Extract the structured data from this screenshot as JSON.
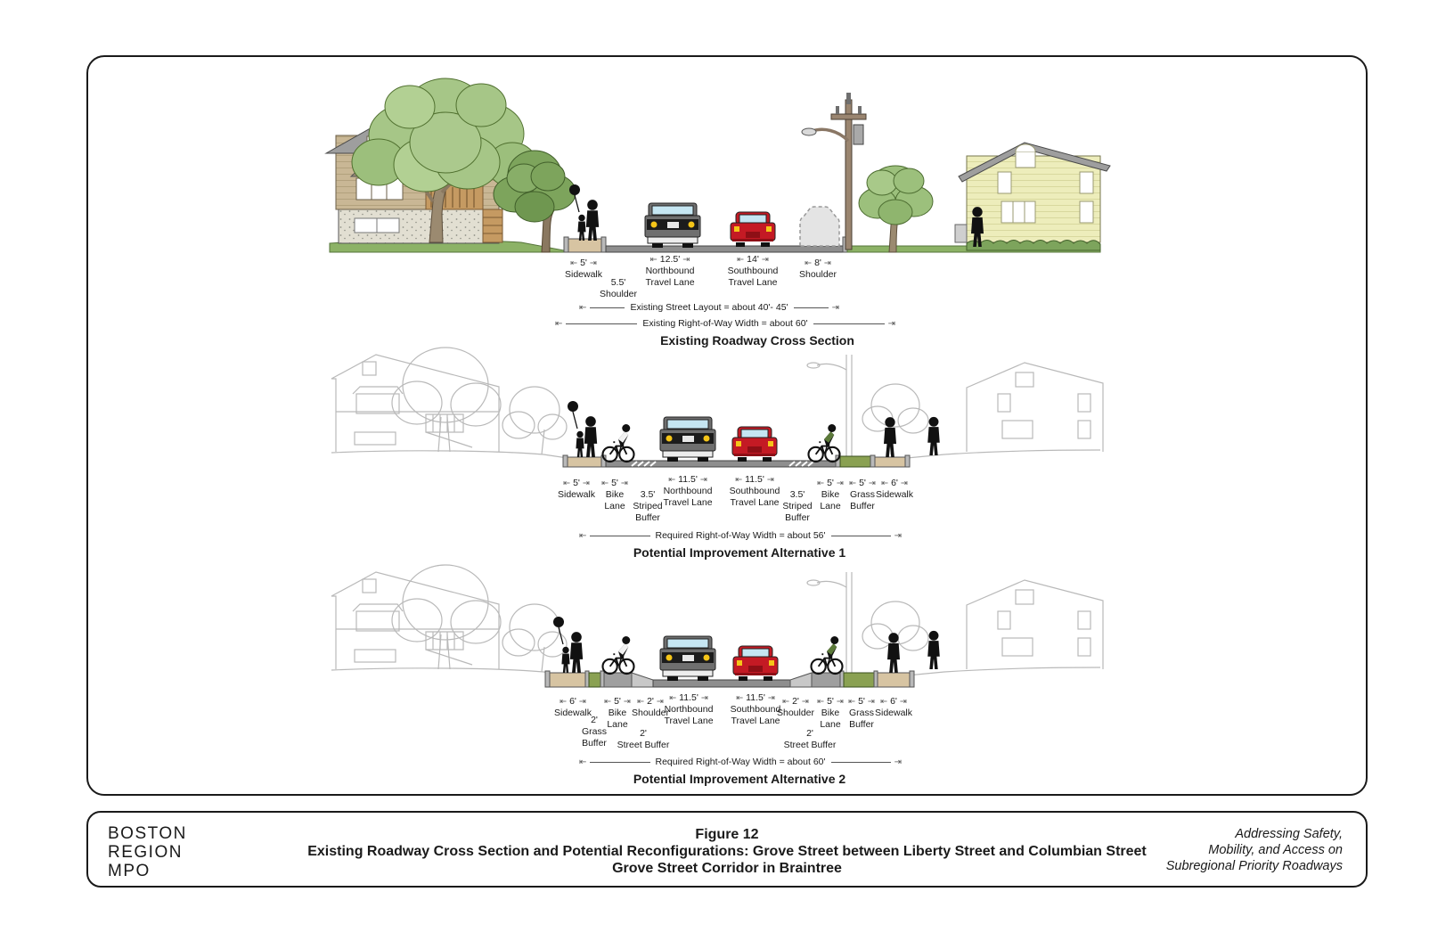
{
  "figure": {
    "org": "BOSTON\nREGION\nMPO",
    "figure_label": "Figure 12",
    "title_line1": "Existing Roadway Cross Section and Potential Reconfigurations: Grove Street between Liberty Street and Columbian Street",
    "title_line2": "Grove Street Corridor in Braintree",
    "project": "Addressing Safety,\nMobility, and Access on\nSubregional Priority Roadways"
  },
  "colors": {
    "road": "#8e8e8e",
    "sidewalk": "#d7c4a2",
    "grass_buffer": "#8aa152",
    "grass": "#8cb266",
    "left_house": "#c9b795",
    "right_house": "#ededbb",
    "red_car": "#c41a24"
  },
  "sections": [
    {
      "title": "Existing Roadway Cross Section",
      "segments": [
        {
          "width": "5'",
          "name": "Sidewalk"
        },
        {
          "width": "5.5'",
          "name": "Shoulder"
        },
        {
          "width": "12.5'",
          "name": "Northbound\nTravel Lane"
        },
        {
          "width": "14'",
          "name": "Southbound\nTravel Lane"
        },
        {
          "width": "8'",
          "name": "Shoulder"
        }
      ],
      "extents": [
        {
          "text": "Existing Street Layout = about 40'- 45'"
        },
        {
          "text": "Existing Right-of-Way Width = about 60'"
        }
      ]
    },
    {
      "title": "Potential Improvement Alternative 1",
      "segments": [
        {
          "width": "5'",
          "name": "Sidewalk"
        },
        {
          "width": "5'",
          "name": "Bike\nLane"
        },
        {
          "width": "3.5'",
          "name": "Striped\nBuffer"
        },
        {
          "width": "11.5'",
          "name": "Northbound\nTravel Lane"
        },
        {
          "width": "11.5'",
          "name": "Southbound\nTravel Lane"
        },
        {
          "width": "3.5'",
          "name": "Striped\nBuffer"
        },
        {
          "width": "5'",
          "name": "Bike\nLane"
        },
        {
          "width": "5'",
          "name": "Grass\nBuffer"
        },
        {
          "width": "6'",
          "name": "Sidewalk"
        }
      ],
      "extents": [
        {
          "text": "Required Right-of-Way Width = about 56'"
        }
      ]
    },
    {
      "title": "Potential Improvement Alternative 2",
      "segments": [
        {
          "width": "6'",
          "name": "Sidewalk"
        },
        {
          "width": "2'",
          "name": "Grass\nBuffer"
        },
        {
          "width": "5'",
          "name": "Bike\nLane"
        },
        {
          "width": "2'",
          "name": "Shoulder"
        },
        {
          "width": "2'",
          "name": "Street Buffer"
        },
        {
          "width": "11.5'",
          "name": "Northbound\nTravel Lane"
        },
        {
          "width": "11.5'",
          "name": "Southbound\nTravel Lane"
        },
        {
          "width": "2'",
          "name": "Shoulder"
        },
        {
          "width": "2'",
          "name": "Street Buffer"
        },
        {
          "width": "5'",
          "name": "Bike\nLane"
        },
        {
          "width": "5'",
          "name": "Grass\nBuffer"
        },
        {
          "width": "6'",
          "name": "Sidewalk"
        }
      ],
      "extents": [
        {
          "text": "Required Right-of-Way Width = about 60'"
        }
      ]
    }
  ]
}
